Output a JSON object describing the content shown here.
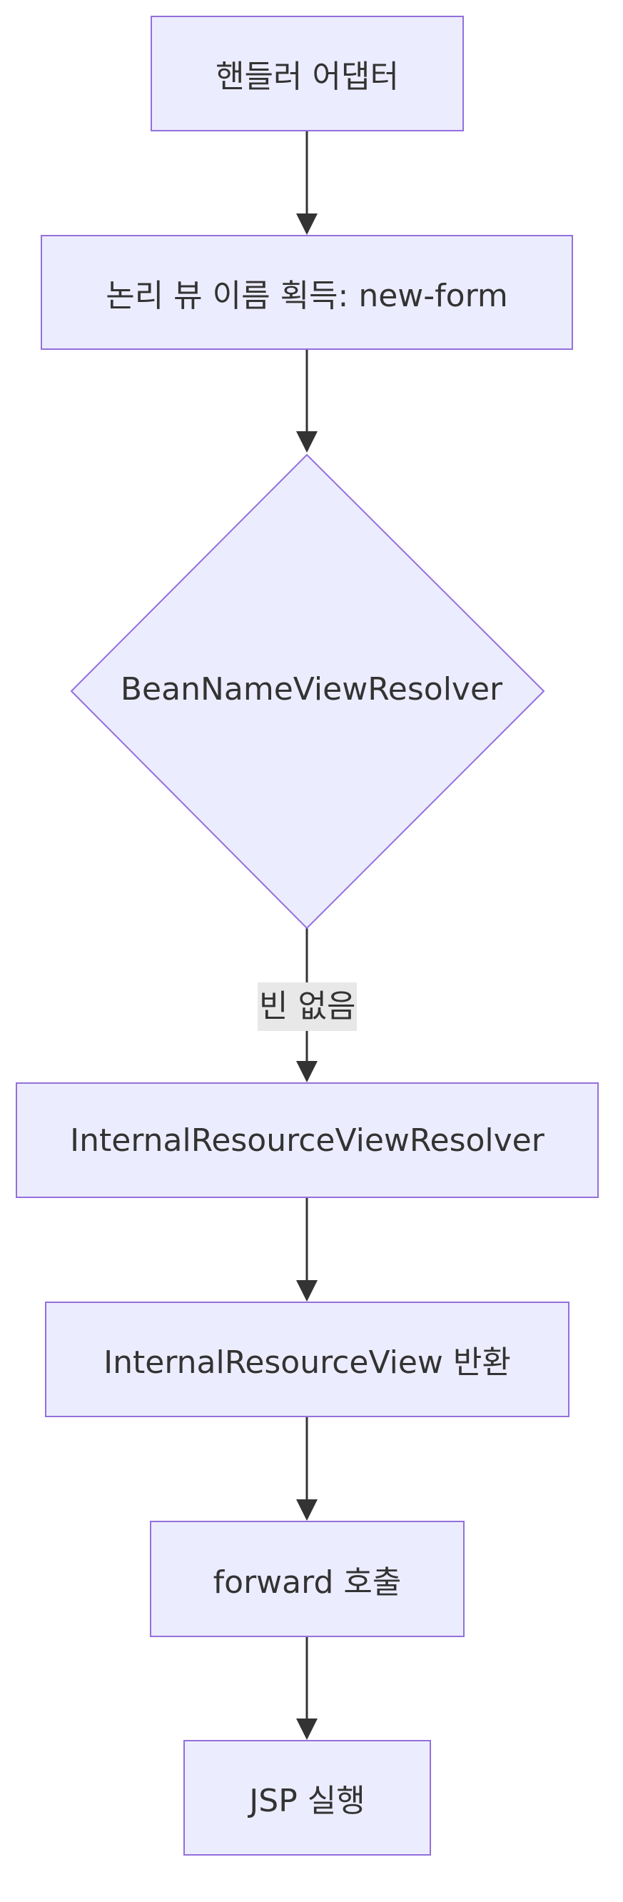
{
  "nodes": {
    "n1": "핸들러 어댑터",
    "n2": "논리 뷰 이름 획득: new-form",
    "n3": "BeanNameViewResolver",
    "n4": "InternalResourceViewResolver",
    "n5": "InternalResourceView 반환",
    "n6": "forward 호출",
    "n7": "JSP 실행"
  },
  "edges": [
    {
      "from": "n1",
      "to": "n2",
      "label": ""
    },
    {
      "from": "n2",
      "to": "n3",
      "label": ""
    },
    {
      "from": "n3",
      "to": "n4",
      "label": "빈 없음"
    },
    {
      "from": "n4",
      "to": "n5",
      "label": ""
    },
    {
      "from": "n5",
      "to": "n6",
      "label": ""
    },
    {
      "from": "n6",
      "to": "n7",
      "label": ""
    }
  ],
  "colors": {
    "node_fill": "#ececff",
    "node_stroke": "#9370db",
    "edge": "#333333",
    "label_bg": "#e8e8e8",
    "text": "#333333"
  }
}
